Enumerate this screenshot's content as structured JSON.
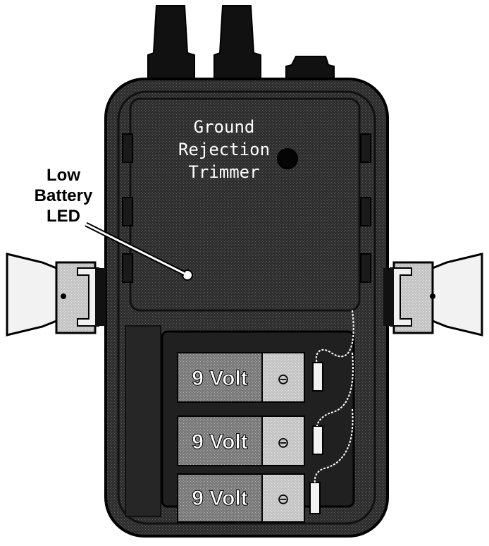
{
  "panel": {
    "label_lines": [
      "Ground",
      "Rejection",
      "Trimmer"
    ]
  },
  "callout": {
    "lines": [
      "Low",
      "Battery",
      "LED"
    ]
  },
  "batteries": [
    {
      "label": "9 Volt",
      "terminal": "⊖"
    },
    {
      "label": "9 Volt",
      "terminal": "⊖"
    },
    {
      "label": "9 Volt",
      "terminal": "⊖"
    }
  ],
  "colors": {
    "body": "#2e2e2e",
    "panel": "#3d3d3d",
    "outline": "#000000",
    "connector": "#f2f2f2",
    "battery_label_bg": "#8a8a8a",
    "battery_end_bg": "#b8b8b8",
    "text_light": "#ffffff"
  }
}
